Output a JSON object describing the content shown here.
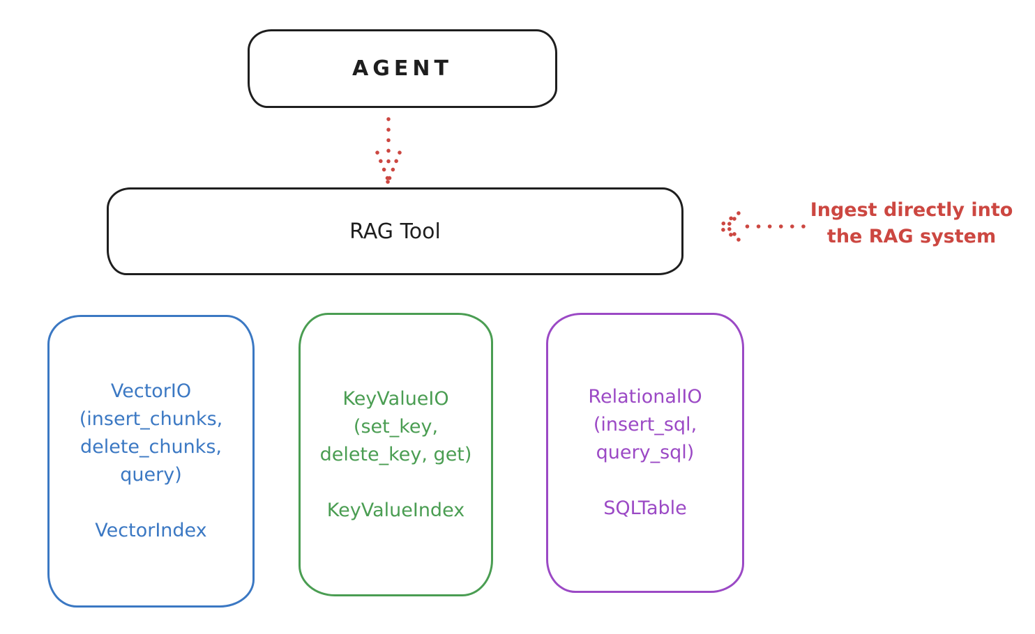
{
  "nodes": {
    "agent": {
      "label": "AGENT"
    },
    "rag_tool": {
      "label": "RAG Tool"
    },
    "stores": [
      {
        "id": "vector-io",
        "lines": "VectorIO\n(insert_chunks,\ndelete_chunks,\nquery)",
        "index_label": "VectorIndex",
        "color": "#3b78c3"
      },
      {
        "id": "keyvalue-io",
        "lines": "KeyValueIO\n(set_key,\ndelete_key, get)",
        "index_label": "KeyValueIndex",
        "color": "#4a9d52"
      },
      {
        "id": "relational-io",
        "lines": "RelationalIO\n(insert_sql,\nquery_sql)",
        "index_label": "SQLTable",
        "color": "#9b49c5"
      }
    ]
  },
  "annotation": {
    "text": "Ingest directly into\nthe RAG system",
    "color": "#cc4741"
  },
  "arrows": {
    "agent_to_rag": {
      "style": "dotted",
      "color": "#cc4741",
      "direction": "down"
    },
    "annotation_to_rag": {
      "style": "dotted",
      "color": "#cc4741",
      "direction": "left"
    }
  },
  "colors": {
    "stroke_dark": "#1e1e1e",
    "accent_red": "#cc4741",
    "accent_blue": "#3b78c3",
    "accent_green": "#4a9d52",
    "accent_purple": "#9b49c5",
    "background": "#ffffff"
  }
}
